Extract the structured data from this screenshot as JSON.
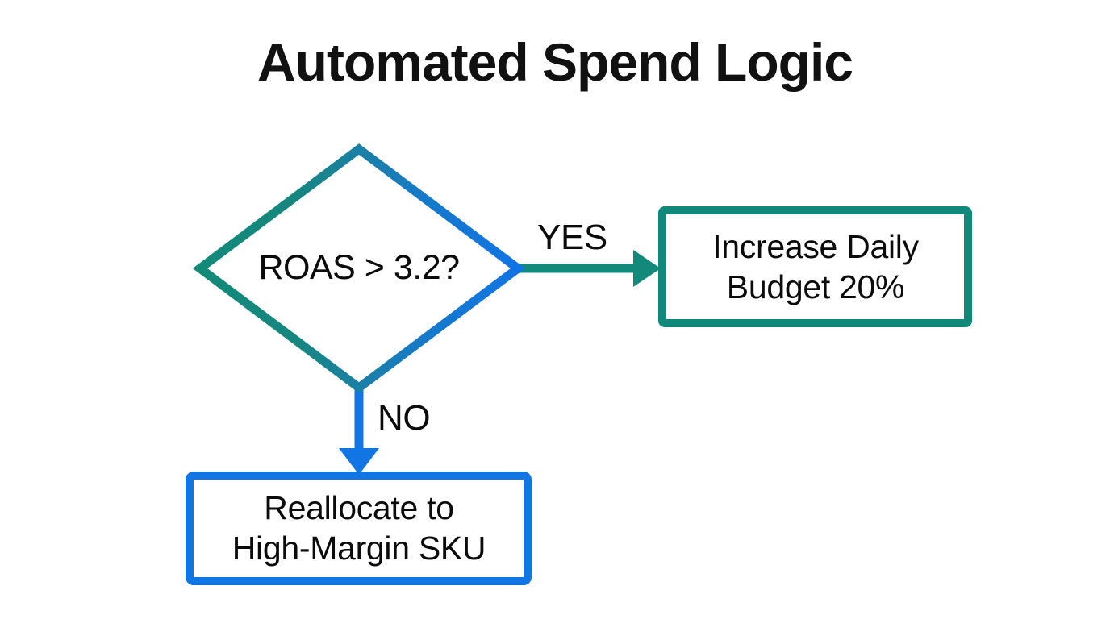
{
  "slide": {
    "title": "Automated Spend Logic",
    "background_color": "#ffffff",
    "text_color": "#0b0b0b"
  },
  "palette": {
    "teal": "#12897a",
    "teal_dark": "#0f8273",
    "blue": "#1275e4",
    "blue_mid": "#1b7fa8",
    "box_teal_border": "#10897a",
    "box_blue_border": "#1275e4",
    "node_fill": "#ffffff"
  },
  "flowchart": {
    "type": "decision-flowchart",
    "orientation": "left-to-right-and-top-to-bottom",
    "nodes": [
      {
        "id": "decision",
        "shape": "diamond",
        "label": "ROAS > 3.2?",
        "stroke": "gradient-teal-to-blue",
        "fill": "#ffffff"
      },
      {
        "id": "increase-budget",
        "shape": "rectangle",
        "label_line1": "Increase Daily",
        "label_line2": "Budget 20%",
        "label": "Increase Daily Budget 20%",
        "stroke": "#10897a",
        "fill": "#ffffff"
      },
      {
        "id": "reallocate",
        "shape": "rectangle",
        "label_line1": "Reallocate to",
        "label_line2": "High-Margin SKU",
        "label": "Reallocate to High-Margin SKU",
        "stroke": "#1275e4",
        "fill": "#ffffff"
      }
    ],
    "edges": [
      {
        "id": "edge-yes",
        "from": "decision",
        "to": "increase-budget",
        "label": "YES",
        "color": "#12897a",
        "direction": "right"
      },
      {
        "id": "edge-no",
        "from": "decision",
        "to": "reallocate",
        "label": "NO",
        "color": "#1275e4",
        "direction": "down"
      }
    ]
  }
}
